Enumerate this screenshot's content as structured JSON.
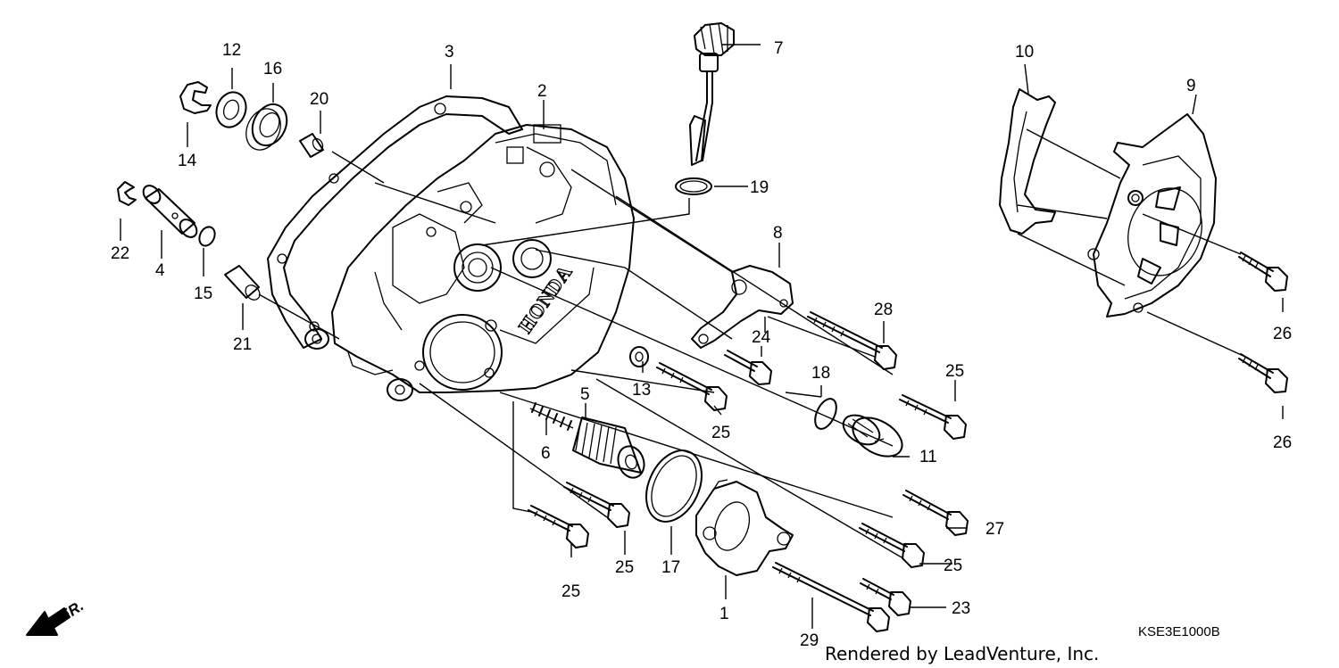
{
  "callouts": [
    {
      "id": "c1",
      "label": "1"
    },
    {
      "id": "c2",
      "label": "2"
    },
    {
      "id": "c3",
      "label": "3"
    },
    {
      "id": "c4",
      "label": "4"
    },
    {
      "id": "c5",
      "label": "5"
    },
    {
      "id": "c6",
      "label": "6"
    },
    {
      "id": "c7",
      "label": "7"
    },
    {
      "id": "c8",
      "label": "8"
    },
    {
      "id": "c9",
      "label": "9"
    },
    {
      "id": "c10",
      "label": "10"
    },
    {
      "id": "c11",
      "label": "11"
    },
    {
      "id": "c12",
      "label": "12"
    },
    {
      "id": "c13",
      "label": "13"
    },
    {
      "id": "c14",
      "label": "14"
    },
    {
      "id": "c15",
      "label": "15"
    },
    {
      "id": "c16",
      "label": "16"
    },
    {
      "id": "c17",
      "label": "17"
    },
    {
      "id": "c18",
      "label": "18"
    },
    {
      "id": "c19",
      "label": "19"
    },
    {
      "id": "c20",
      "label": "20"
    },
    {
      "id": "c21",
      "label": "21"
    },
    {
      "id": "c22",
      "label": "22"
    },
    {
      "id": "c23",
      "label": "23"
    },
    {
      "id": "c24",
      "label": "24"
    },
    {
      "id": "c25a",
      "label": "25"
    },
    {
      "id": "c25b",
      "label": "25"
    },
    {
      "id": "c25c",
      "label": "25"
    },
    {
      "id": "c25d",
      "label": "25"
    },
    {
      "id": "c25e",
      "label": "25"
    },
    {
      "id": "c26a",
      "label": "26"
    },
    {
      "id": "c26b",
      "label": "26"
    },
    {
      "id": "c27",
      "label": "27"
    },
    {
      "id": "c28",
      "label": "28"
    },
    {
      "id": "c29",
      "label": "29"
    }
  ],
  "cover_brand": "HONDA",
  "front_indicator": "FR.",
  "diagram_code": "KSE3E1000B",
  "credit": "Rendered by LeadVenture, Inc."
}
